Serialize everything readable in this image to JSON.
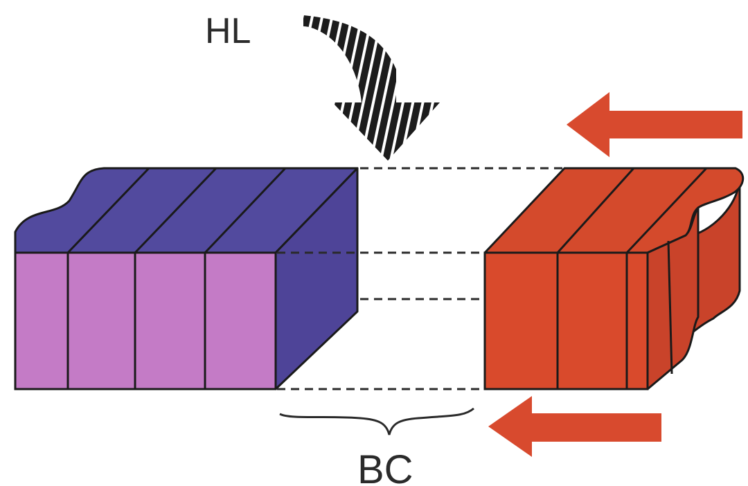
{
  "labels": {
    "hl": "HL",
    "bc": "BC"
  },
  "colors": {
    "left_block_front": "#c47bc6",
    "left_block_top": "#524a9e",
    "left_block_side": "#4e4498",
    "right_block_front": "#d94a2c",
    "right_block_top": "#d44a2c",
    "right_block_side": "#c9432a",
    "arrows": "#d84a2e",
    "hl_arrow": "#1c1c1c",
    "outline": "#1a1a1a"
  },
  "elements": {
    "left_block_segments": 4,
    "right_block_segments": 3,
    "right_arrows": 2,
    "dashed_guides": 4
  }
}
